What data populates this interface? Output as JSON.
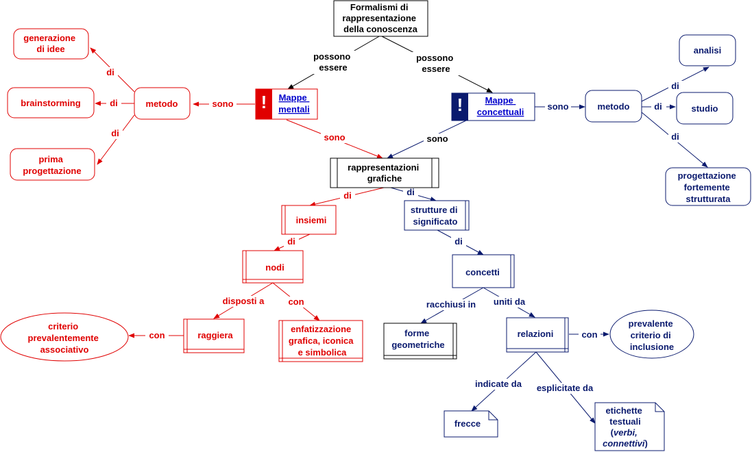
{
  "colors": {
    "red": "#e00000",
    "blue": "#0a1a6e",
    "black": "#000000"
  },
  "root": {
    "lines": [
      "Formalismi di",
      "rappresentazione",
      "della conoscenza"
    ]
  },
  "links": {
    "possono_essere_left": [
      "possono",
      "essere"
    ],
    "possono_essere_right": [
      "possono",
      "essere"
    ],
    "sono_red_metodo": "sono",
    "sono_red_rapp": "sono",
    "sono_black_rapp": "sono",
    "sono_blue_metodo": "sono",
    "di_gen": "di",
    "di_brain": "di",
    "di_prima": "di",
    "di_analisi": "di",
    "di_studio": "di",
    "di_progett": "di",
    "di_insiemi": "di",
    "di_strutture": "di",
    "di_nodi": "di",
    "di_concetti": "di",
    "disposti_a": "disposti a",
    "con_enfat": "con",
    "con_criterio": "con",
    "racchiusi_in": "racchiusi in",
    "uniti_da": "uniti da",
    "con_prevalente": "con",
    "indicate_da": "indicate da",
    "esplicitate_da": "esplicitate da"
  },
  "mappe_mentali": {
    "lines": [
      "Mappe",
      "mentali"
    ],
    "badge": "!",
    "icon": "alert-icon"
  },
  "mappe_concettuali": {
    "lines": [
      "Mappe",
      "concettuali"
    ],
    "badge": "!",
    "icon": "alert-icon"
  },
  "metodo_left": {
    "label": "metodo"
  },
  "metodo_right": {
    "label": "metodo"
  },
  "generazione": {
    "lines": [
      "generazione",
      "di idee"
    ]
  },
  "brainstorming": {
    "label": "brainstorming"
  },
  "prima_progettazione": {
    "lines": [
      "prima",
      "progettazione"
    ]
  },
  "analisi": {
    "label": "analisi"
  },
  "studio": {
    "label": "studio"
  },
  "progettazione_strutturata": {
    "lines": [
      "progettazione",
      "fortemente",
      "strutturata"
    ]
  },
  "rappresentazioni": {
    "lines": [
      "rappresentazioni",
      "grafiche"
    ]
  },
  "insiemi": {
    "label": "insiemi"
  },
  "strutture": {
    "lines": [
      "strutture di",
      "significato"
    ]
  },
  "nodi": {
    "label": "nodi"
  },
  "concetti": {
    "label": "concetti"
  },
  "raggiera": {
    "label": "raggiera"
  },
  "enfatizzazione": {
    "lines": [
      "enfatizzazione",
      "grafica, iconica",
      "e simbolica"
    ]
  },
  "criterio_associativo": {
    "lines": [
      "criterio",
      "prevalentemente",
      "associativo"
    ]
  },
  "forme": {
    "lines": [
      "forme",
      "geometriche"
    ]
  },
  "relazioni": {
    "label": "relazioni"
  },
  "criterio_inclusione": {
    "lines": [
      "prevalente",
      "criterio di",
      "inclusione"
    ]
  },
  "frecce": {
    "label": "frecce"
  },
  "etichette": {
    "lines": [
      "etichette",
      "testuali"
    ],
    "italic_lines": [
      "verbi,",
      "connettivi"
    ],
    "open_paren": "(",
    "close_paren": ")"
  }
}
